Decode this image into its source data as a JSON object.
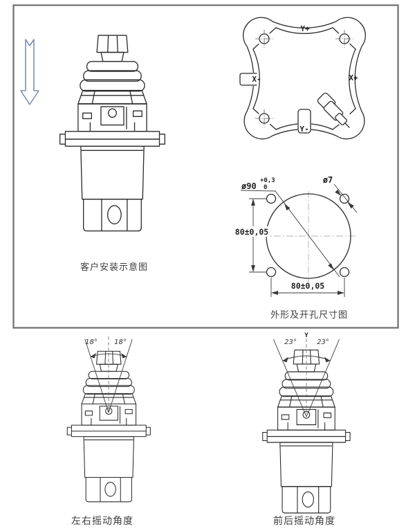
{
  "installation_figure": {
    "caption": "客户安装示意图"
  },
  "top_view_figure": {
    "label_y_plus": "Y+",
    "label_x_minus": "X-",
    "label_x_plus": "X+",
    "label_y_minus": "Y-"
  },
  "dimension_figure": {
    "caption": "外形及开孔尺寸图",
    "dia_90": "ø90",
    "dia_90_tol_upper": "+0,3",
    "dia_90_tol_lower": "0",
    "dia_7": "ø7",
    "dim_vertical": "80±0,05",
    "dim_horizontal": "80±0,05"
  },
  "left_angle_figure": {
    "caption": "左右摇动角度",
    "angle_left": "18°",
    "angle_right": "18°"
  },
  "right_angle_figure": {
    "caption": "前后摇动角度",
    "angle_left": "23°",
    "angle_right": "23°",
    "axis_label": "Y"
  },
  "colors": {
    "arrow_blue": "#7b91ad",
    "line_dark": "#2b2b2b"
  }
}
